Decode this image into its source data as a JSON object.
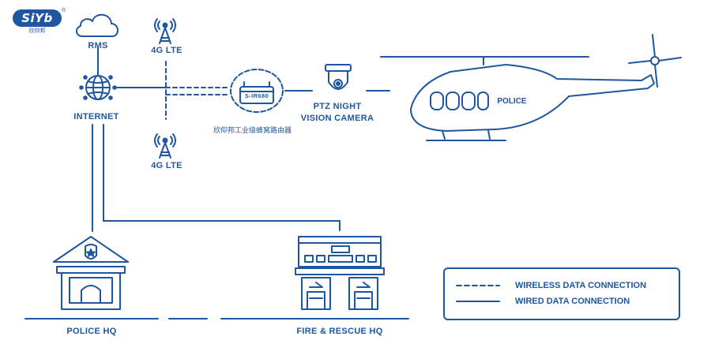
{
  "brand": {
    "logo_text": "SiYb",
    "registered_mark": "®",
    "logo_subtext": "欣仰邦"
  },
  "colors": {
    "stroke": "#1f56a0",
    "background": "#ffffff"
  },
  "nodes": {
    "rms": "RMS",
    "internet": "INTERNET",
    "tower_top": "4G LTE",
    "tower_bottom": "4G LTE",
    "router_model": "S-IR680",
    "router_caption": "欣仰邦工业级蜂窝路由器",
    "camera_line1": "PTZ NIGHT",
    "camera_line2": "VISION CAMERA",
    "helicopter_text": "POLICE",
    "police_hq": "POLICE HQ",
    "fire_hq": "FIRE & RESCUE HQ"
  },
  "icons": {
    "rms": "cloud-icon",
    "internet": "globe-icon",
    "towers": "cell-tower-icon",
    "router": "router-icon",
    "camera": "ptz-camera-icon",
    "helicopter": "helicopter-icon",
    "police": "police-station-icon",
    "fire": "fire-station-icon"
  },
  "legend": {
    "wireless": "WIRELESS DATA CONNECTION",
    "wired": "WIRED DATA CONNECTION"
  }
}
